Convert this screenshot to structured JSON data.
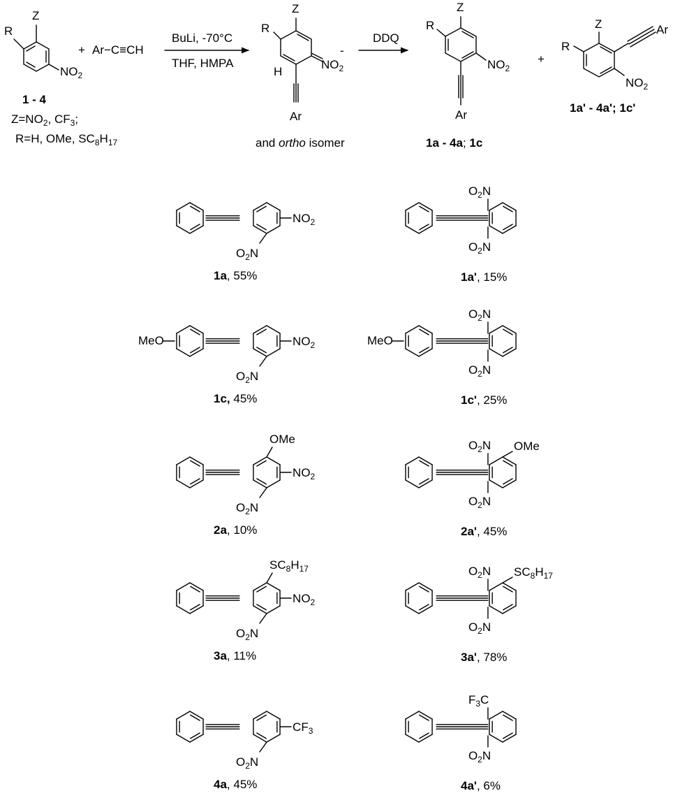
{
  "scheme": {
    "start": {
      "substituent_Z": "Z",
      "substituent_R": "R",
      "group_nitro": "NO2",
      "compound_label": "1 - 4",
      "z_definition": "Z=NO2, CF3;",
      "r_definition": "R=H, OMe, SC8H17"
    },
    "plus_sign": "+",
    "alkyne_reagent": "Ar−C≡CH",
    "arrow1_top": "BuLi, -70°C",
    "arrow1_bottom": "THF, HMPA",
    "intermediate": {
      "Z": "Z",
      "R": "R",
      "H": "H",
      "nitro": "NO2",
      "charge": "-",
      "Ar": "Ar",
      "caption_prefix": "and",
      "caption_italic": "ortho",
      "caption_suffix": "isomer"
    },
    "arrow2_top": "DDQ",
    "product_para": {
      "Z": "Z",
      "R": "R",
      "nitro": "NO2",
      "Ar": "Ar",
      "label_bold1": "1a - 4a",
      "label_sep": "; ",
      "label_bold2": "1c"
    },
    "plus_sign2": "+",
    "product_ortho": {
      "Z": "Z",
      "R": "R",
      "Ar": "Ar",
      "nitro": "NO2",
      "label": "1a' - 4a'; 1c'"
    }
  },
  "compounds": [
    {
      "id": "1a",
      "yield": "55%",
      "substituents": [
        "NO2",
        "O2N"
      ]
    },
    {
      "id": "1a'",
      "yield": "15%",
      "substituents": [
        "O2N",
        "O2N"
      ]
    },
    {
      "id": "1c,",
      "yield": "45%",
      "substituents": [
        "MeO",
        "NO2",
        "O2N"
      ]
    },
    {
      "id": "1c'",
      "yield": "25%",
      "substituents": [
        "MeO",
        "O2N",
        "O2N"
      ]
    },
    {
      "id": "2a",
      "yield": "10%",
      "substituents": [
        "OMe",
        "NO2",
        "O2N"
      ]
    },
    {
      "id": "2a'",
      "yield": "45%",
      "substituents": [
        "O2N",
        "OMe",
        "O2N"
      ]
    },
    {
      "id": "3a",
      "yield": "11%",
      "substituents": [
        "SC8H17",
        "NO2",
        "O2N"
      ]
    },
    {
      "id": "3a'",
      "yield": "78%",
      "substituents": [
        "O2N",
        "SC8H17",
        "O2N"
      ]
    },
    {
      "id": "4a",
      "yield": "45%",
      "substituents": [
        "CF3",
        "O2N"
      ]
    },
    {
      "id": "4a'",
      "yield": "6%",
      "substituents": [
        "F3C",
        "O2N"
      ]
    }
  ]
}
